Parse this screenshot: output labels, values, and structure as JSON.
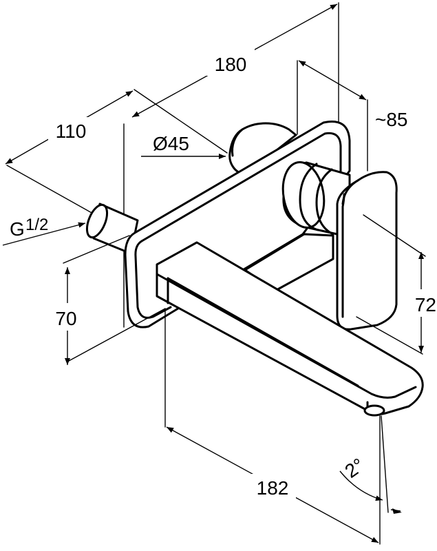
{
  "dimensions": {
    "width_total": "180",
    "depth_spout": "110",
    "diameter": "Ø45",
    "handle_depth": "~85",
    "thread": "G",
    "thread_fraction": "1/2",
    "height_inlet": "70",
    "height_handle": "72",
    "spout_projection": "182",
    "spout_angle": "2°"
  }
}
